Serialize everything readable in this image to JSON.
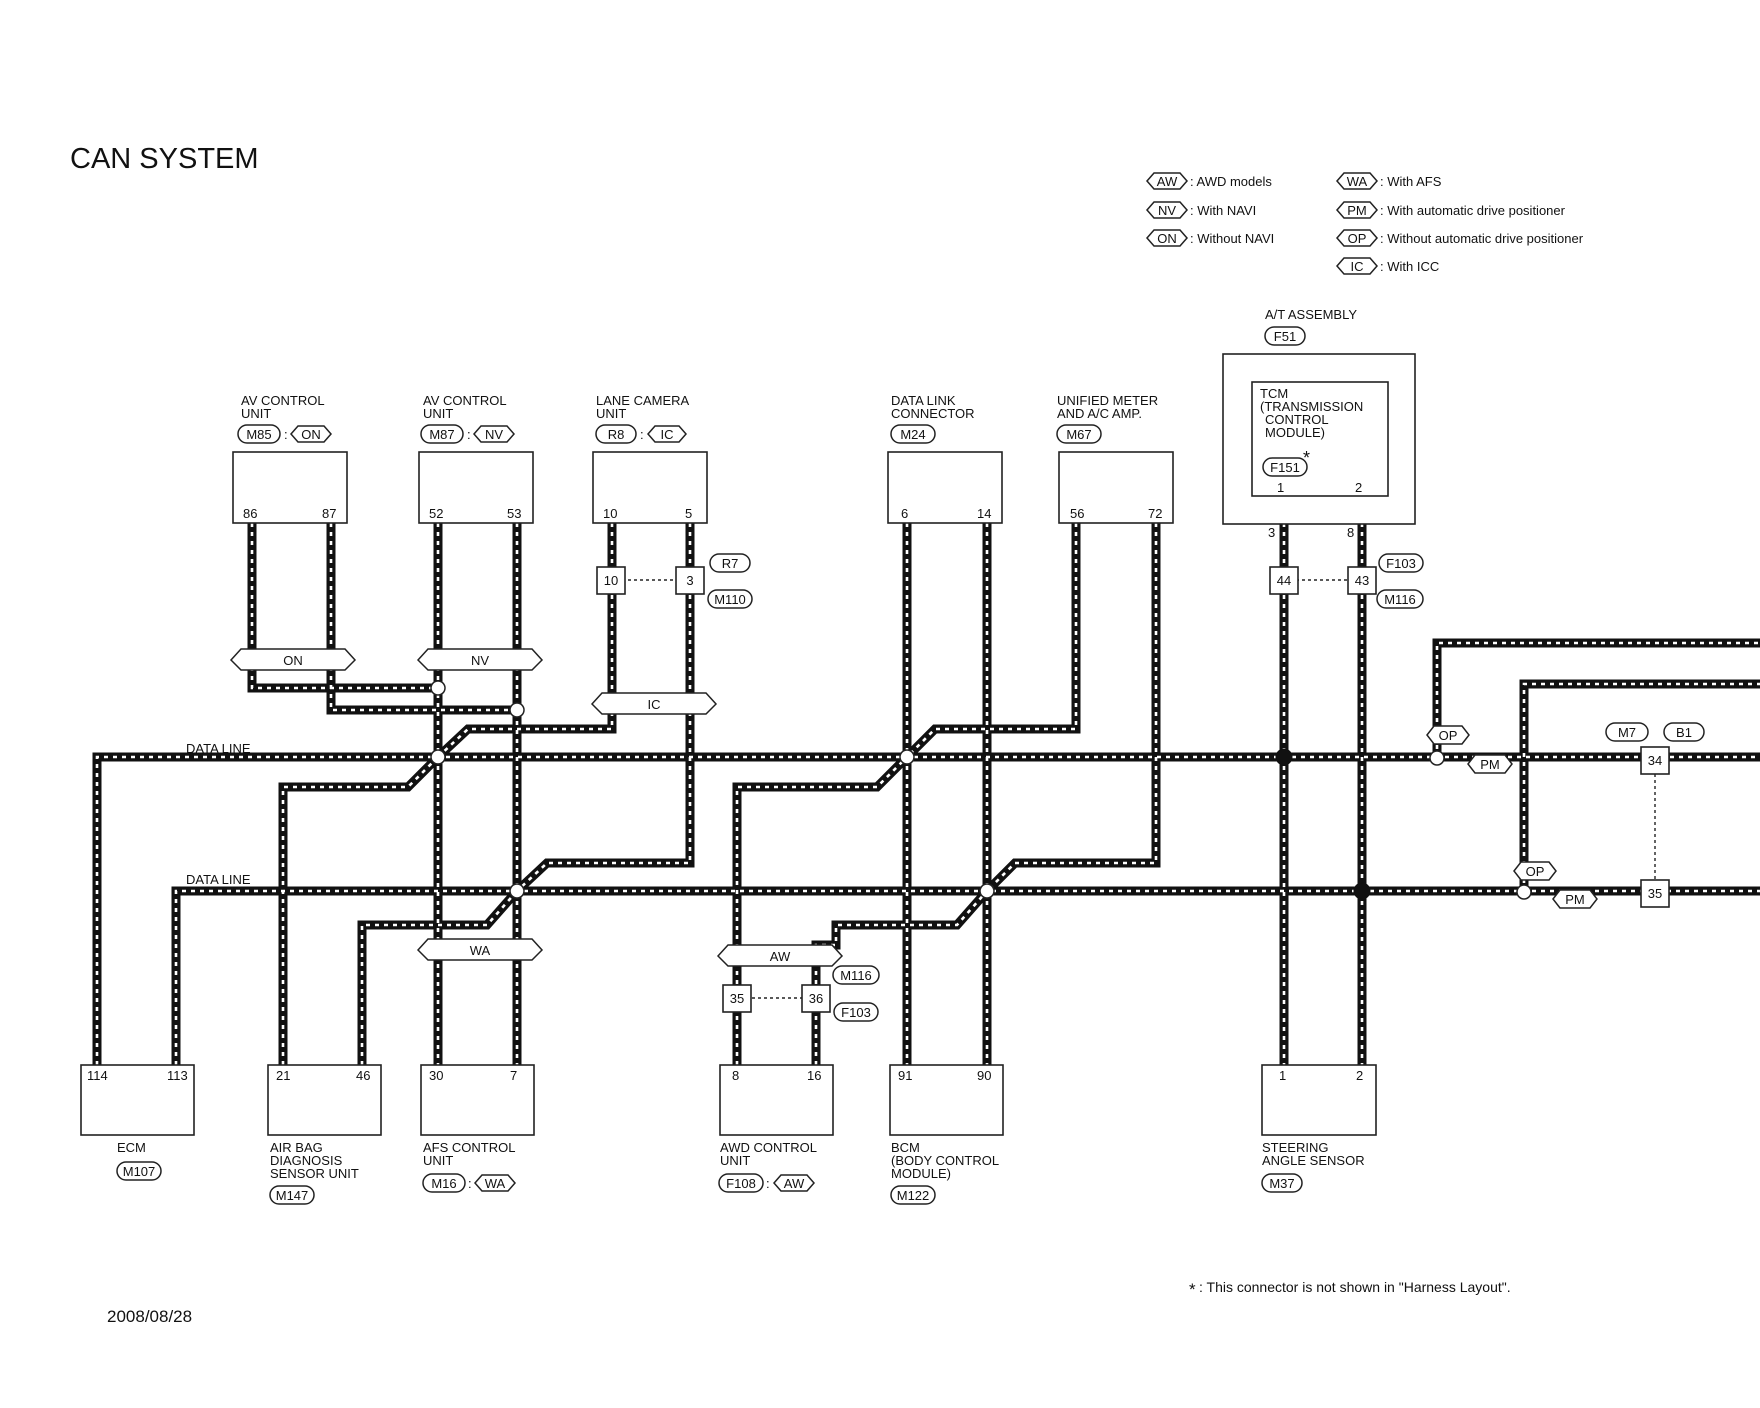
{
  "title": "CAN SYSTEM",
  "date": "2008/08/28",
  "footnote_mark": "*",
  "footnote": ": This connector is not shown in \"Harness Layout\".",
  "data_line_1": "DATA LINE",
  "data_line_2": "DATA LINE",
  "legend": [
    {
      "code": "AW",
      "text": ": AWD models"
    },
    {
      "code": "NV",
      "text": ": With NAVI"
    },
    {
      "code": "ON",
      "text": ": Without NAVI"
    },
    {
      "code": "WA",
      "text": ": With AFS"
    },
    {
      "code": "PM",
      "text": ": With automatic drive positioner"
    },
    {
      "code": "OP",
      "text": ": Without automatic drive positioner"
    },
    {
      "code": "IC",
      "text": ": With ICC"
    }
  ],
  "top_units": [
    {
      "name1": "AV CONTROL",
      "name2": "UNIT",
      "connector": "M85",
      "colon": ":",
      "option": "ON",
      "pin_left": "86",
      "pin_right": "87"
    },
    {
      "name1": "AV CONTROL",
      "name2": "UNIT",
      "connector": "M87",
      "colon": ":",
      "option": "NV",
      "pin_left": "52",
      "pin_right": "53"
    },
    {
      "name1": "LANE CAMERA",
      "name2": "UNIT",
      "connector": "R8",
      "colon": ":",
      "option": "IC",
      "pin_left": "10",
      "pin_right": "5"
    },
    {
      "name1": "DATA LINK",
      "name2": "CONNECTOR",
      "connector": "M24",
      "pin_left": "6",
      "pin_right": "14"
    },
    {
      "name1": "UNIFIED METER",
      "name2": "AND A/C AMP.",
      "connector": "M67",
      "pin_left": "56",
      "pin_right": "72"
    }
  ],
  "at_assembly": {
    "name": "A/T ASSEMBLY",
    "connector": "F51",
    "tcm_lines": [
      "TCM",
      "(TRANSMISSION",
      "CONTROL",
      "MODULE)"
    ],
    "tcm_connector": "F151",
    "tcm_star": "*",
    "tcm_pin_left": "1",
    "tcm_pin_right": "2",
    "pin_left": "3",
    "pin_right": "8"
  },
  "joint_connectors": {
    "lane_camera": {
      "pin_left": "10",
      "pin_right": "3",
      "conn_top": "R7",
      "conn_bottom": "M110"
    },
    "tcm": {
      "pin_left": "44",
      "pin_right": "43",
      "conn_top": "F103",
      "conn_bottom": "M116"
    },
    "awd": {
      "pin_left": "35",
      "pin_right": "36",
      "conn_top": "M116",
      "conn_bottom": "F103"
    },
    "right": {
      "pin_top": "34",
      "pin_bottom": "35",
      "conn_left": "M7",
      "conn_right": "B1"
    }
  },
  "option_tags": {
    "on": "ON",
    "nv": "NV",
    "ic": "IC",
    "wa": "WA",
    "aw": "AW",
    "op1": "OP",
    "pm1": "PM",
    "op2": "OP",
    "pm2": "PM"
  },
  "bottom_units": [
    {
      "lines": [
        "ECM"
      ],
      "connector": "M107",
      "pin_left": "114",
      "pin_right": "113"
    },
    {
      "lines": [
        "AIR BAG",
        "DIAGNOSIS",
        "SENSOR UNIT"
      ],
      "connector": "M147",
      "pin_left": "21",
      "pin_right": "46"
    },
    {
      "lines": [
        "AFS CONTROL",
        "UNIT"
      ],
      "connector": "M16",
      "colon": ":",
      "option": "WA",
      "pin_left": "30",
      "pin_right": "7"
    },
    {
      "lines": [
        "AWD CONTROL",
        "UNIT"
      ],
      "connector": "F108",
      "colon": ":",
      "option": "AW",
      "pin_left": "8",
      "pin_right": "16"
    },
    {
      "lines": [
        "BCM",
        "(BODY CONTROL",
        " MODULE)"
      ],
      "connector": "M122",
      "pin_left": "91",
      "pin_right": "90"
    },
    {
      "lines": [
        "STEERING",
        "ANGLE SENSOR"
      ],
      "connector": "M37",
      "pin_left": "1",
      "pin_right": "2"
    }
  ]
}
